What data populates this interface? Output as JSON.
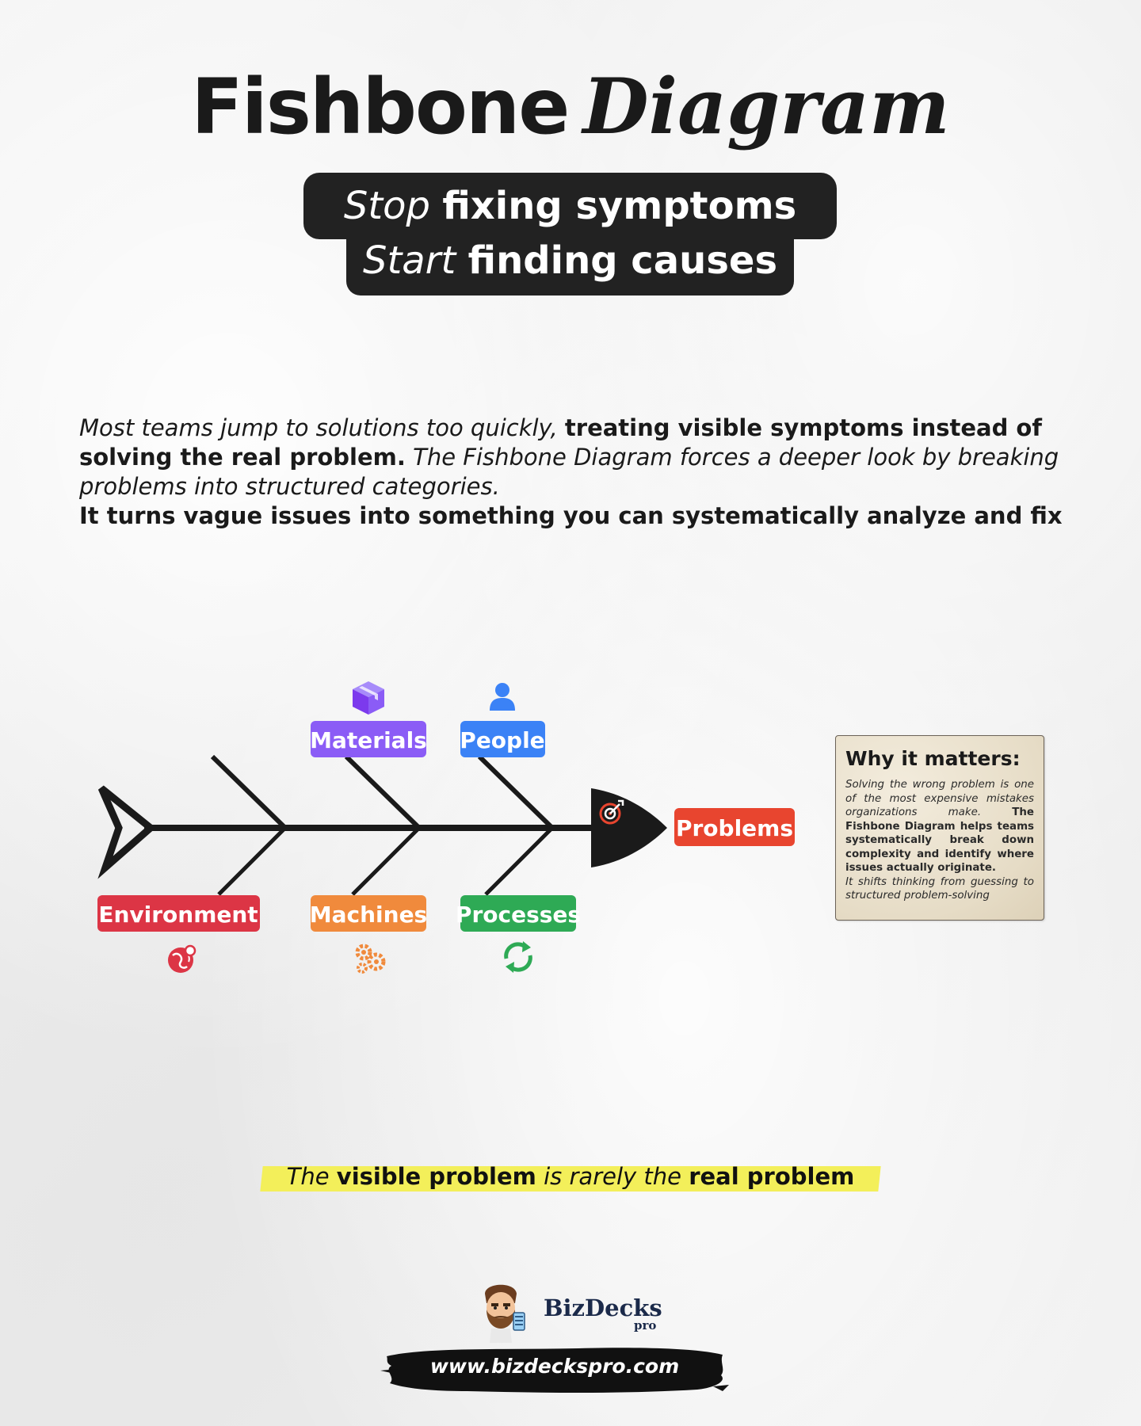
{
  "header": {
    "title_main": "Fishbone",
    "title_accent": "Diagram"
  },
  "subtitle": {
    "line1_italic": "Stop",
    "line1_bold": "fixing symptoms",
    "line2_italic": "Start",
    "line2_bold": "finding causes"
  },
  "intro": {
    "p1_italic_a": "Most teams jump to solutions too quickly,",
    "p1_bold": "treating visible symptoms instead of solving the real problem.",
    "p1_italic_b": "The Fishbone Diagram forces a deeper look by breaking problems into structured categories.",
    "p2_bold": "It turns vague issues into something you can systematically analyze and fix"
  },
  "diagram": {
    "categories": [
      {
        "id": "materials",
        "label": "Materials",
        "color": "#8b5cf6",
        "icon": "box-icon",
        "position": "top"
      },
      {
        "id": "people",
        "label": "People",
        "color": "#3b82f6",
        "icon": "person-icon",
        "position": "top"
      },
      {
        "id": "environment",
        "label": "Environment",
        "color": "#dc3545",
        "icon": "globe-icon",
        "position": "bottom"
      },
      {
        "id": "machines",
        "label": "Machines",
        "color": "#f08a3c",
        "icon": "gears-icon",
        "position": "bottom"
      },
      {
        "id": "processes",
        "label": "Processes",
        "color": "#2eaa55",
        "icon": "cycle-icon",
        "position": "bottom"
      }
    ],
    "head": {
      "label": "Problems",
      "color": "#e8452f",
      "icon": "target-icon"
    },
    "spine_color": "#1a1a1a"
  },
  "why_box": {
    "title": "Why it matters:",
    "body_italic_a": "Solving the wrong problem is one of the most expensive mistakes organizations make.",
    "body_bold": "The Fishbone Diagram helps teams systematically break down complexity and identify where issues actually originate.",
    "body_italic_b": "It shifts thinking from guessing to structured problem-solving"
  },
  "highlight": {
    "part1_italic": "The",
    "part2_bold": "visible problem",
    "part3_italic": "is rarely the",
    "part4_bold": "real problem",
    "color": "#f3ef5a"
  },
  "brand": {
    "name": "BizDecks",
    "sub": "pro",
    "website": "www.bizdeckspro.com"
  }
}
